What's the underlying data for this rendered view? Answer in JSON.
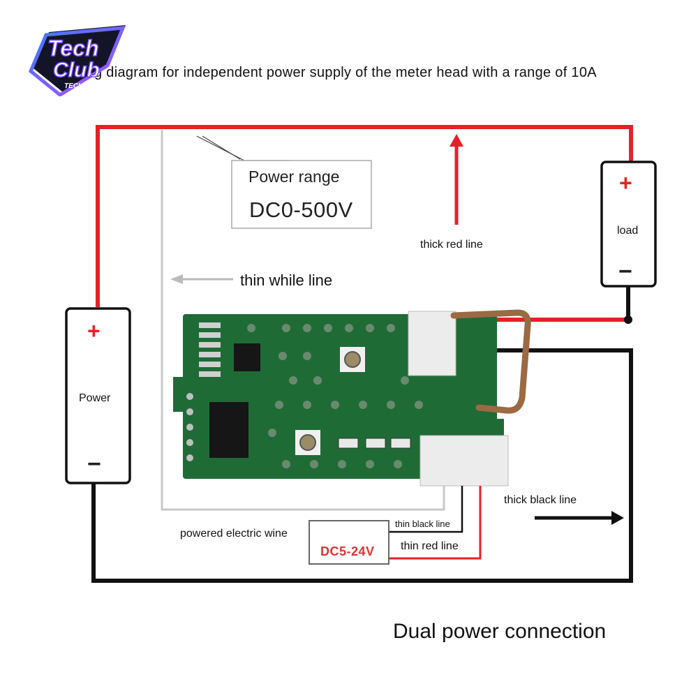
{
  "title": "g diagram for independent power supply of the meter head with a range of 10A",
  "logo": {
    "line1": "Tech",
    "line2": "Club",
    "subtitle": "TECH CLUB"
  },
  "callout": {
    "title": "Power range",
    "value": "DC0-500V"
  },
  "labels": {
    "thin_white_line": "thin while line",
    "thick_red_line": "thick red line",
    "thick_black_line": "thick black line",
    "thin_black_line": "thin black line",
    "thin_red_line": "thin red line",
    "powered_electric_wire": "powered electric wine"
  },
  "power_box": {
    "label": "Power",
    "plus": "+",
    "minus": "−"
  },
  "load_box": {
    "label": "load",
    "plus": "+",
    "minus": "−"
  },
  "aux_supply": {
    "value": "DC5-24V"
  },
  "footer": "Dual power connection",
  "colors": {
    "red_wire": "#e8202a",
    "black_wire": "#111111",
    "pcb_green": "#1f6b36",
    "connector": "#e8e8e8"
  },
  "icons": [
    "logo-icon",
    "up-arrow-icon",
    "left-arrow-icon",
    "right-arrow-icon",
    "shunt-icon",
    "pcb-board"
  ]
}
